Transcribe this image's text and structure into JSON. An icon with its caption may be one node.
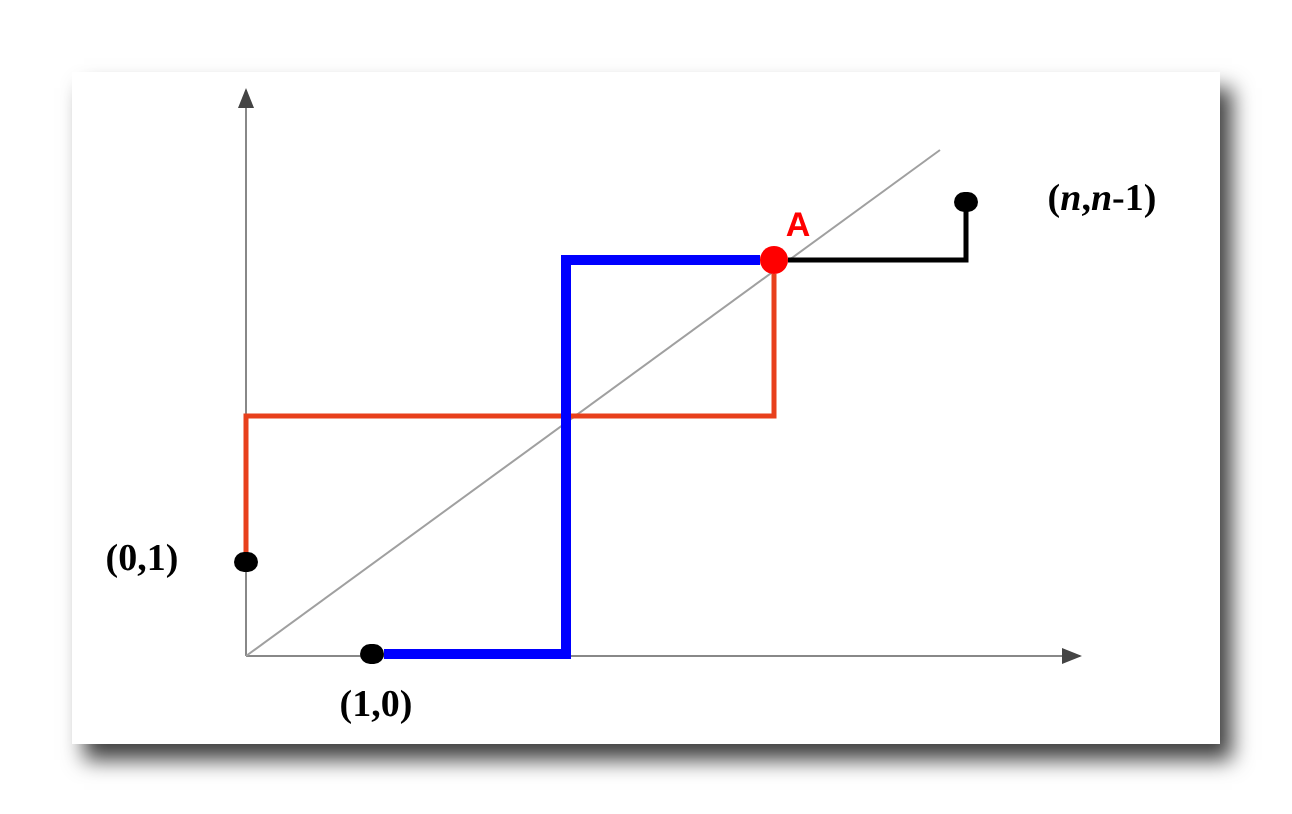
{
  "diagram": {
    "nodes": [
      {
        "text": [
          "(0,1)"
        ]
      },
      {
        "text": [
          "(1,0)"
        ]
      },
      {
        "text": [
          "A"
        ]
      },
      {
        "text": [
          "(*n*,*n*-1)"
        ]
      }
    ],
    "edges": [
      {
        "from": 0,
        "to": 2,
        "arrow": "none",
        "color": "#e8401c"
      },
      {
        "from": 1,
        "to": 2,
        "arrow": "none",
        "style": "thick",
        "color": "#0000ff"
      },
      {
        "from": 2,
        "to": 3,
        "arrow": "none",
        "color": "#000000"
      }
    ]
  }
}
